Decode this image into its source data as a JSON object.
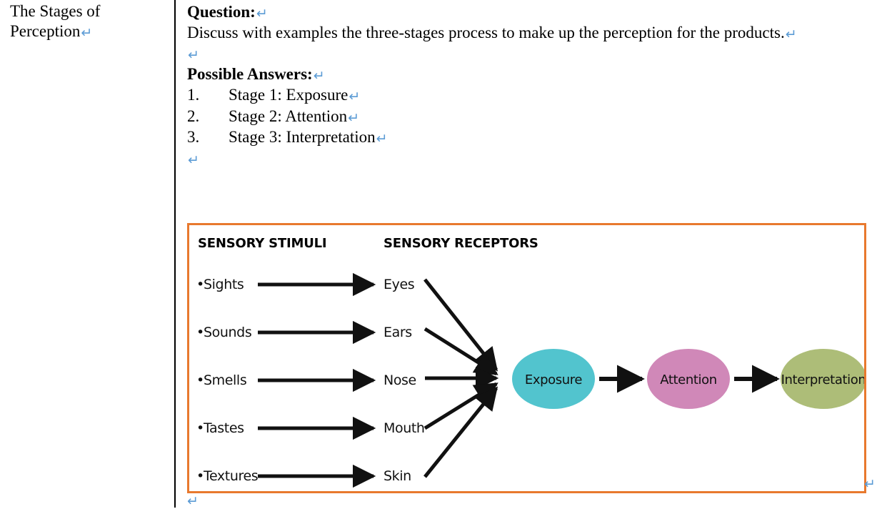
{
  "document": {
    "paragraph_mark": "↵",
    "paragraph_mark_color": "#5B9BD5",
    "border_color": "#E8792E",
    "divider_color": "#000000"
  },
  "left_cell": {
    "title_line_1": "The Stages of",
    "title_line_2": "Perception"
  },
  "right_cell": {
    "question_heading": "Question:",
    "question_text": "Discuss with examples the three-stages process to make up the perception for the products.",
    "answers_heading": "Possible Answers:",
    "answers": [
      {
        "number": "1.",
        "text": "Stage 1: Exposure"
      },
      {
        "number": "2.",
        "text": "Stage 2: Attention"
      },
      {
        "number": "3.",
        "text": "Stage 3: Interpretation"
      }
    ]
  },
  "diagram": {
    "heading_left": "SENSORY STIMULI",
    "heading_right": "SENSORY RECEPTORS",
    "stimuli": [
      "Sights",
      "Sounds",
      "Smells",
      "Tastes",
      "Textures"
    ],
    "receptors": [
      "Eyes",
      "Ears",
      "Nose",
      "Mouth",
      "Skin"
    ],
    "bullet": "•",
    "stages": [
      {
        "label": "Exposure",
        "color": "#52C4CE"
      },
      {
        "label": "Attention",
        "color": "#D088B8"
      },
      {
        "label": "Interpretation",
        "color": "#ADBD78"
      }
    ]
  }
}
